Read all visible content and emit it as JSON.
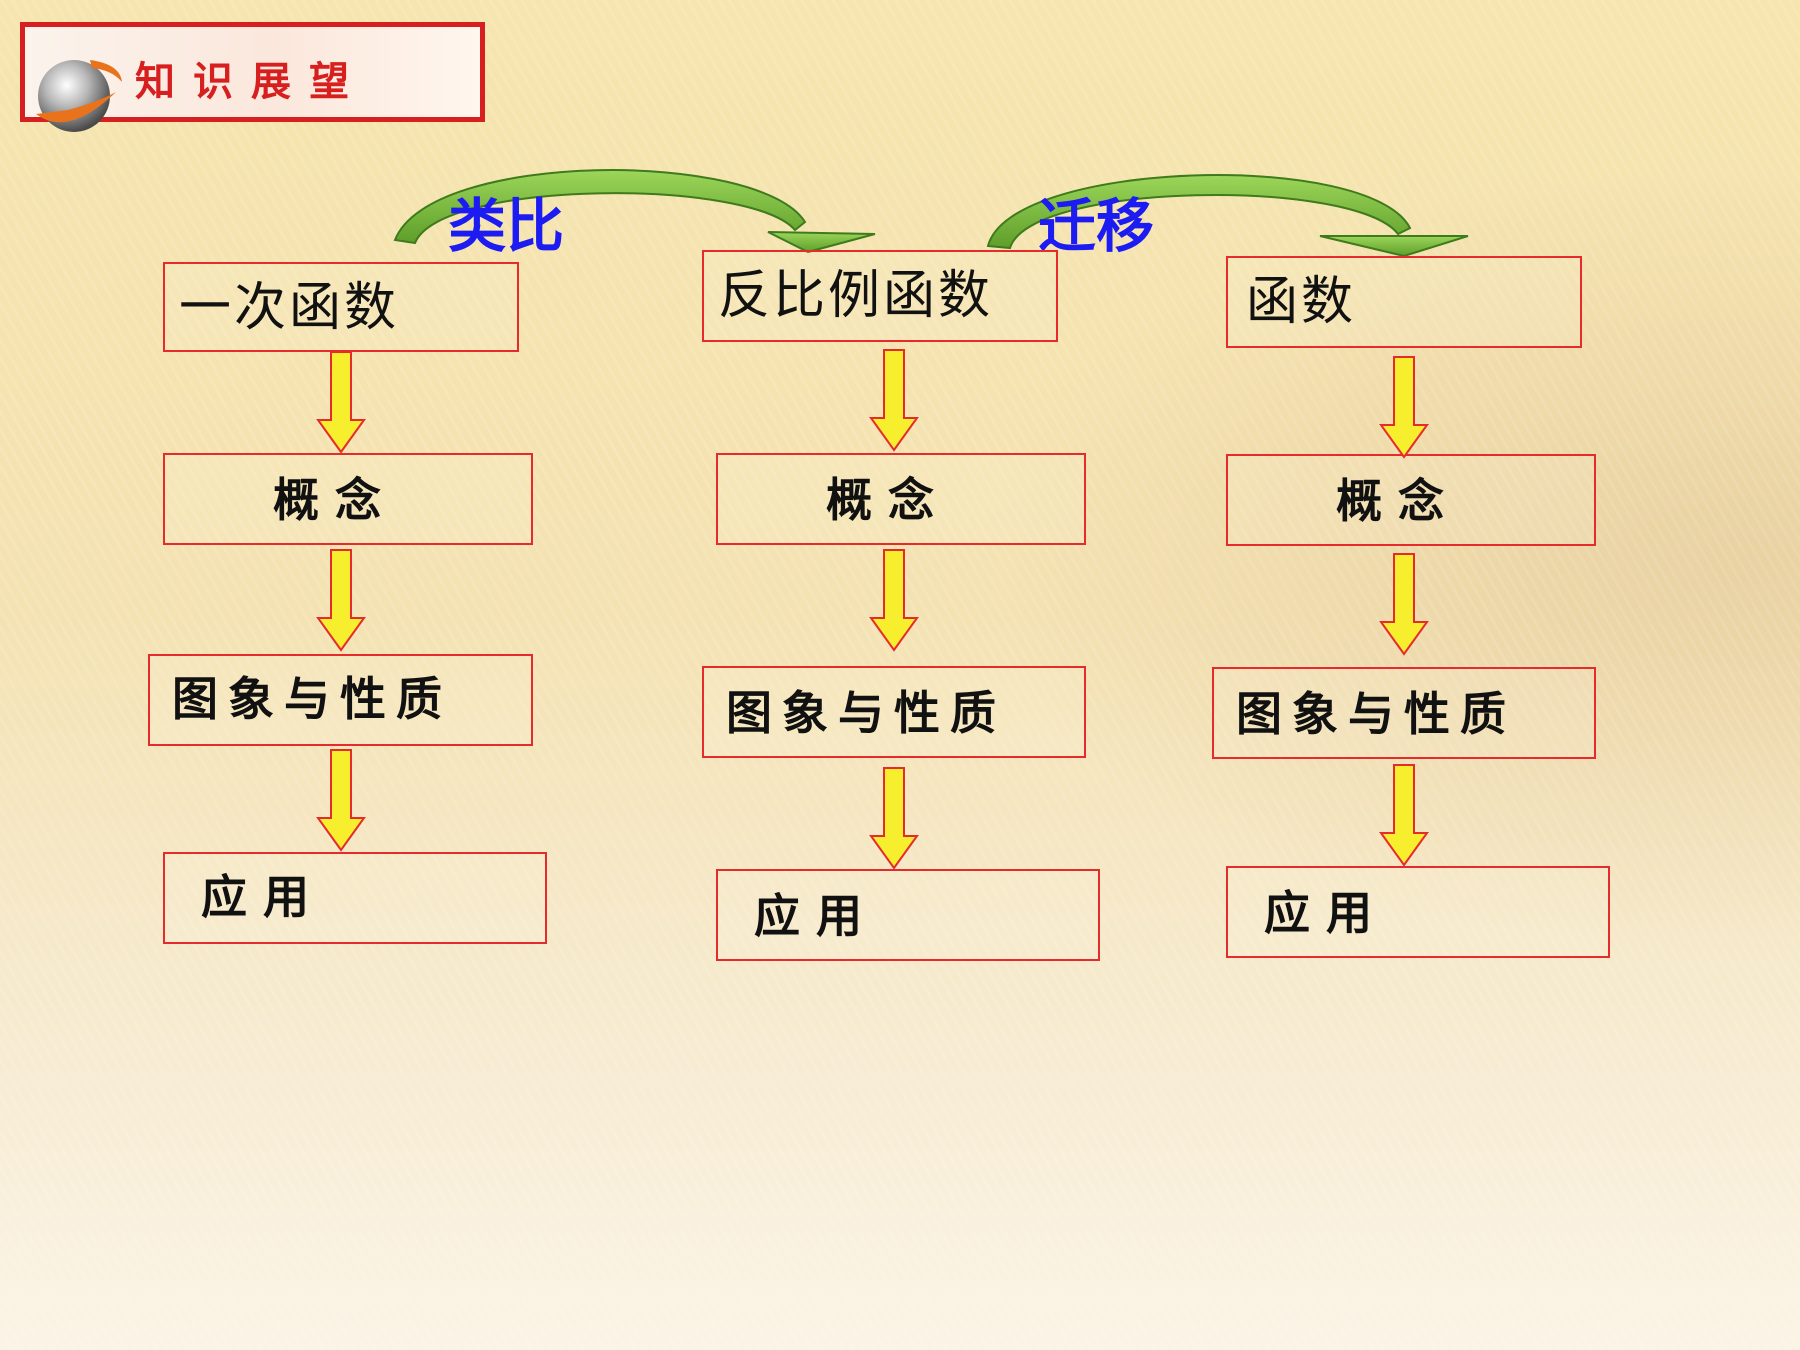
{
  "title": "知识展望",
  "arcs": {
    "analogy": "类比",
    "transfer": "迁移"
  },
  "columns": [
    {
      "header": "一次函数",
      "concept": "概念",
      "graph": "图象与性质",
      "application": "应用"
    },
    {
      "header": "反比例函数",
      "concept": "概念",
      "graph": "图象与性质",
      "application": "应用"
    },
    {
      "header": "函数",
      "concept": "概念",
      "graph": "图象与性质",
      "application": "应用"
    }
  ],
  "colors": {
    "box_border": "#e52b2b",
    "arrow_fill": "#f7ee2e",
    "arrow_stroke": "#e52b2b",
    "arc_green": "#7fc23c",
    "arc_label": "#1c1cf2",
    "title_red": "#d71f1f"
  }
}
